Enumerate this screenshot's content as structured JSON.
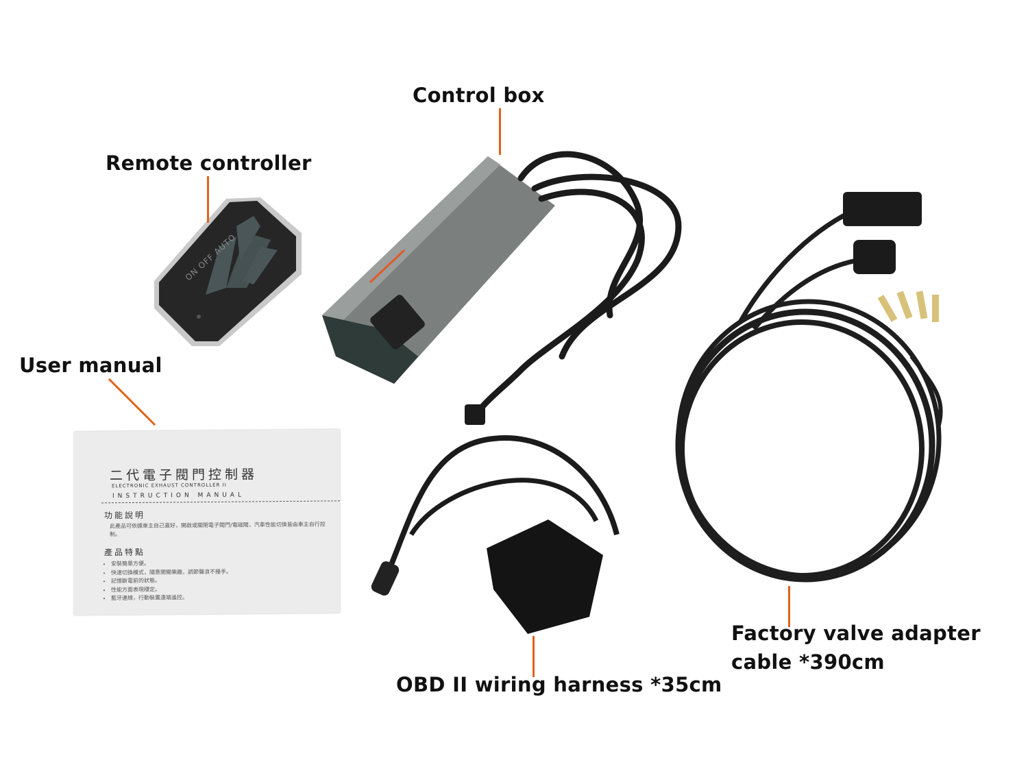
{
  "labels": {
    "control_box": "Control box",
    "remote_controller": "Remote controller",
    "user_manual": "User manual",
    "obd_harness": "OBD II wiring harness *35cm",
    "factory_adapter_line1": "Factory valve adapter",
    "factory_adapter_line2": "cable  *390cm"
  },
  "remote": {
    "buttons_text": "ON OFF AUTO"
  },
  "manual": {
    "title_zh": "二代電子閥門控制器",
    "title_en": "ELECTRONIC EXHAUST CONTROLLER II",
    "subtitle": "INSTRUCTION MANUAL",
    "section1": "功能說明",
    "section1_body": "此產品可依據車主自己喜好，開啟或關閉電子閥門/電磁閥，汽車性能切換皆由車主自行控制。",
    "section2": "產品特點",
    "features": [
      "安裝簡單方便。",
      "快速切換模式，隨意開關樂趣，調節聲浪不擾手。",
      "記憶斷電前的狀態。",
      "性能方面表現穩定。",
      "藍牙連線，行動裝置遠端遙控。"
    ]
  },
  "colors": {
    "leader": "#e2621b",
    "box_body": "#6e7371",
    "cable": "#1b1b1b"
  }
}
